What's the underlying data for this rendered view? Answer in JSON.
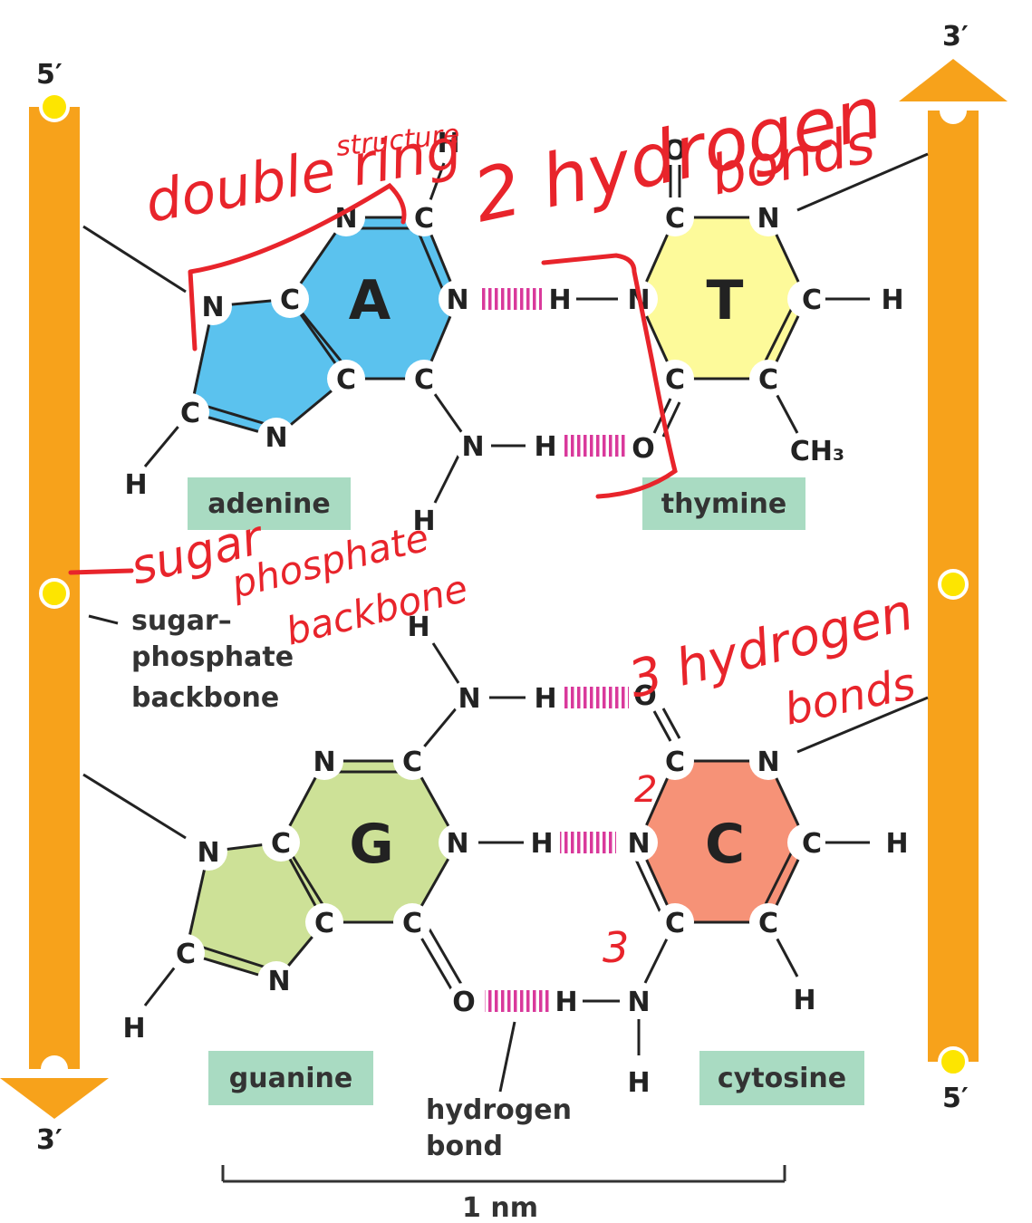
{
  "colors": {
    "backbone": "#f7a21b",
    "node": "#fde500",
    "adenine": "#5bc2ee",
    "thymine": "#fdfa9a",
    "guanine": "#cde197",
    "cytosine": "#f69277",
    "label_box": "#a9dbc2",
    "hbond": "#d9399b",
    "annotation": "#e8242b"
  },
  "strand_labels": {
    "left_top": "5′",
    "left_bottom": "3′",
    "right_top": "3′",
    "right_bottom": "5′"
  },
  "bases": {
    "adenine": {
      "letter": "A",
      "name": "adenine"
    },
    "thymine": {
      "letter": "T",
      "name": "thymine"
    },
    "guanine": {
      "letter": "G",
      "name": "guanine"
    },
    "cytosine": {
      "letter": "C",
      "name": "cytosine"
    }
  },
  "atoms": {
    "N": "N",
    "C": "C",
    "H": "H",
    "O": "O",
    "CH3": "CH₃"
  },
  "labels": {
    "backbone_line1": "sugar–",
    "backbone_line2": "phosphate",
    "backbone_line3": "backbone",
    "hbond_line1": "hydrogen",
    "hbond_line2": "bond",
    "scale": "1 nm"
  },
  "annotations": {
    "double_ring": "double ring",
    "structure": "structure",
    "two_hbonds_1": "2 hydrogen",
    "two_hbonds_2": "bonds",
    "sugar_phos_1": "sugar",
    "sugar_phos_2": "phosphate",
    "sugar_phos_3": "backbone",
    "three_hbonds_1": "3 hydrogen",
    "three_hbonds_2": "bonds",
    "num_2": "2",
    "num_3": "3"
  }
}
